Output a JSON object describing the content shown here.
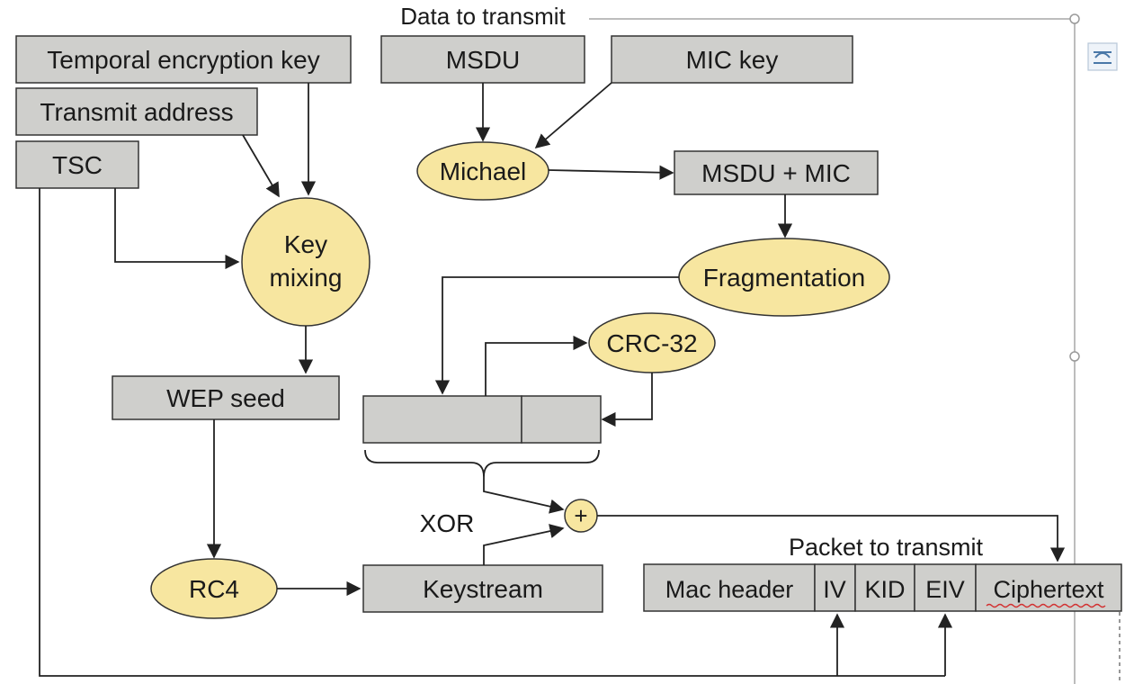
{
  "header": {
    "data_to_transmit": "Data to transmit"
  },
  "inputs": {
    "temporal_key": "Temporal encryption key",
    "transmit_address": "Transmit address",
    "tsc": "TSC",
    "msdu": "MSDU",
    "mic_key": "MIC key"
  },
  "process": {
    "michael": "Michael",
    "msdu_mic": "MSDU + MIC",
    "key_mixing_line1": "Key",
    "key_mixing_line2": "mixing",
    "fragmentation": "Fragmentation",
    "crc32": "CRC-32",
    "wep_seed": "WEP seed",
    "rc4": "RC4",
    "keystream": "Keystream",
    "xor_label": "XOR",
    "xor_symbol": "+"
  },
  "packet": {
    "title": "Packet to transmit",
    "fields": [
      "Mac header",
      "IV",
      "KID",
      "EIV",
      "Ciphertext"
    ]
  },
  "colors": {
    "box_fill": "#cfcfcc",
    "ellipse_fill": "#f7e6a0",
    "line": "#222222"
  }
}
